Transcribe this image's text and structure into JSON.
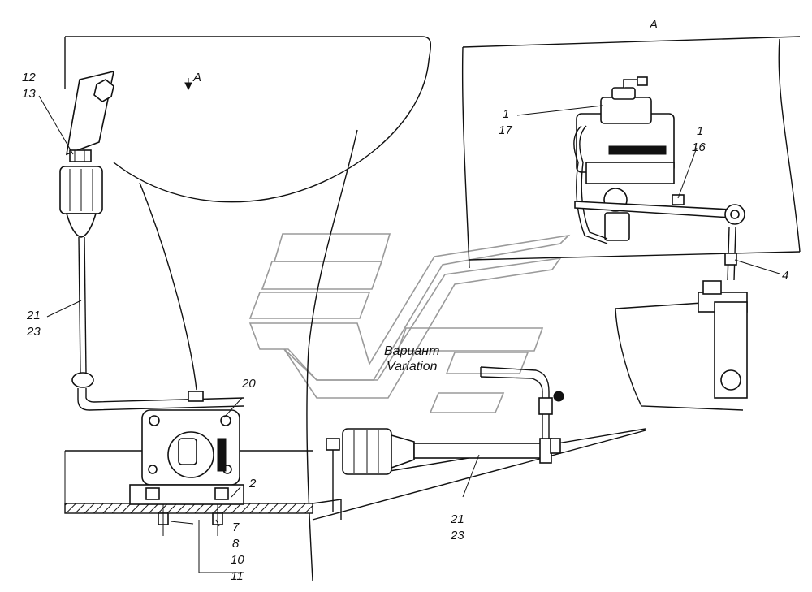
{
  "view_marker": "A",
  "view_label": "A",
  "variation_label": {
    "ru": "Вариант",
    "en": "Variation"
  },
  "callouts": {
    "c12": "12",
    "c13": "13",
    "c21_left": "21",
    "c23_left": "23",
    "c20": "20",
    "c2": "2",
    "c7": "7",
    "c8": "8",
    "c10": "10",
    "c11": "11",
    "c1_top": "1",
    "c17": "17",
    "c1_right": "1",
    "c16": "16",
    "c4": "4",
    "c21_right": "21",
    "c23_right": "23"
  }
}
